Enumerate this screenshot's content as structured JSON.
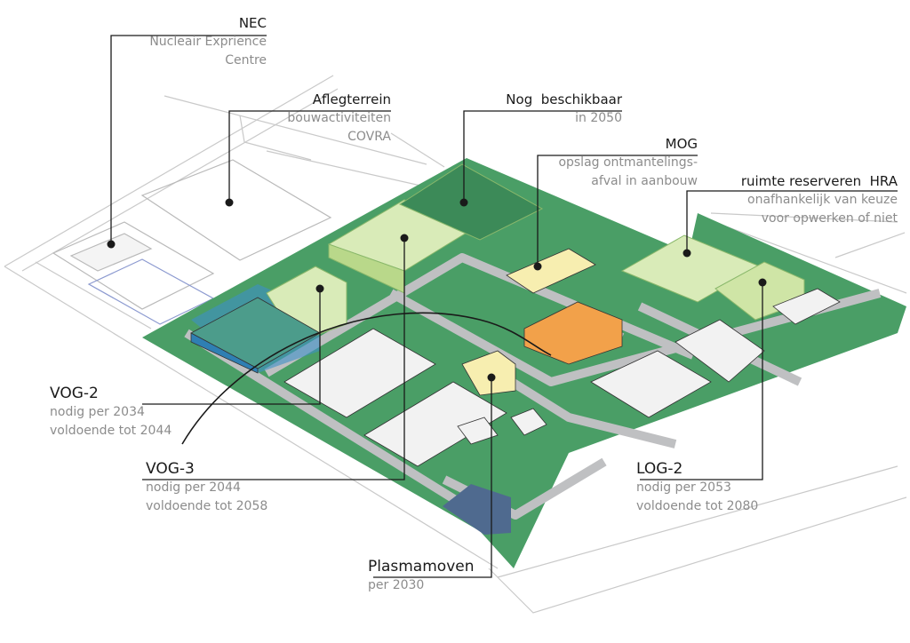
{
  "labels": {
    "nec": {
      "title": "NEC",
      "lines": [
        "Nucleair Exprience",
        "Centre"
      ]
    },
    "aflegterrein": {
      "title": "Aflegterrein",
      "lines": [
        "bouwactiviteiten",
        "COVRA"
      ]
    },
    "nog_beschikbaar": {
      "title": "Nog  beschikbaar",
      "lines": [
        "in 2050"
      ]
    },
    "mog": {
      "title": "MOG",
      "lines": [
        "opslag ontmantelings-",
        "afval in aanbouw"
      ]
    },
    "hra": {
      "title": "ruimte reserveren  HRA",
      "lines": [
        "onafhankelijk van keuze",
        "voor opwerken of niet"
      ]
    },
    "vog2": {
      "title": "VOG-2",
      "lines": [
        "nodig per 2034",
        "voldoende tot 2044"
      ]
    },
    "vog3": {
      "title": "VOG-3",
      "lines": [
        "nodig per 2044",
        "voldoende tot 2058"
      ]
    },
    "log2": {
      "title": "LOG-2",
      "lines": [
        "nodig per 2053",
        "voldoende tot 2080"
      ]
    },
    "plasmamoven": {
      "title": "Plasmamoven",
      "lines": [
        "per 2030"
      ]
    }
  },
  "colors": {
    "grass": "#4a9e66",
    "road": "#bfc0c2",
    "free_plot": "#d9ebb8",
    "planned_building": "#f7eeb0",
    "existing_building": "#f2f2f2",
    "orange_building": "#f2a14a",
    "blue_building": "#3d8fc6",
    "water": "#4f6a8f",
    "leader_line": "#1a1a1a"
  }
}
